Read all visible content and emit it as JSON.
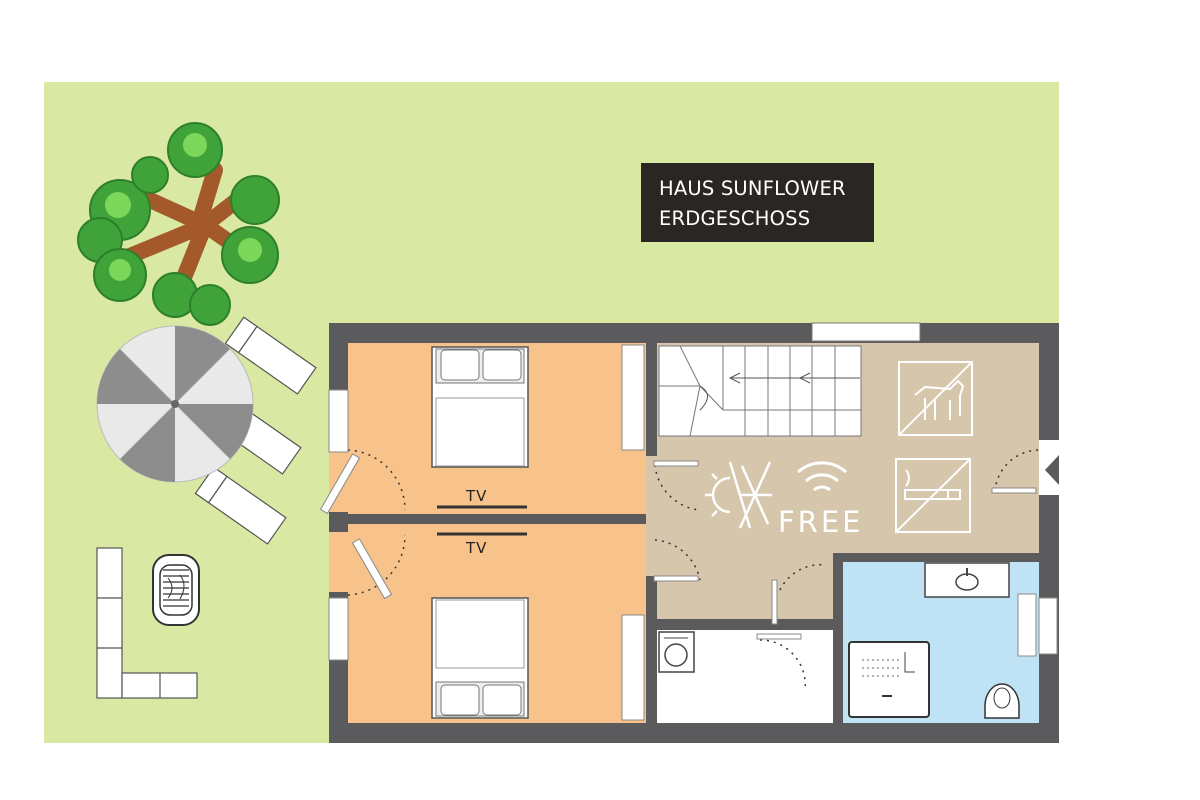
{
  "title": {
    "line1": "HAUS SUNFLOWER",
    "line2": "ERDGESCHOSS"
  },
  "rooms": {
    "bedroom_top_tv": "TV",
    "bedroom_bottom_tv": "TV"
  },
  "amenities": {
    "wifi_text": "FREE",
    "icons": [
      "no-pets-icon",
      "no-smoking-icon",
      "wifi-icon",
      "air-conditioning-icon",
      "washing-machine-icon",
      "sink-icon",
      "shower-icon",
      "toilet-icon"
    ]
  },
  "colors": {
    "garden": "#d9e8a2",
    "bedroom": "#f8c38a",
    "hall": "#d6c6ac",
    "bathroom": "#bfe3f5",
    "utility": "#ffffff",
    "wall": "#5b5b5e",
    "title_box": "#2a2623",
    "tree_leaves": "#3fa33a",
    "tree_trunk": "#a4592a",
    "umbrella_dark": "#8d8d8d",
    "umbrella_light": "#e9e9e9"
  }
}
